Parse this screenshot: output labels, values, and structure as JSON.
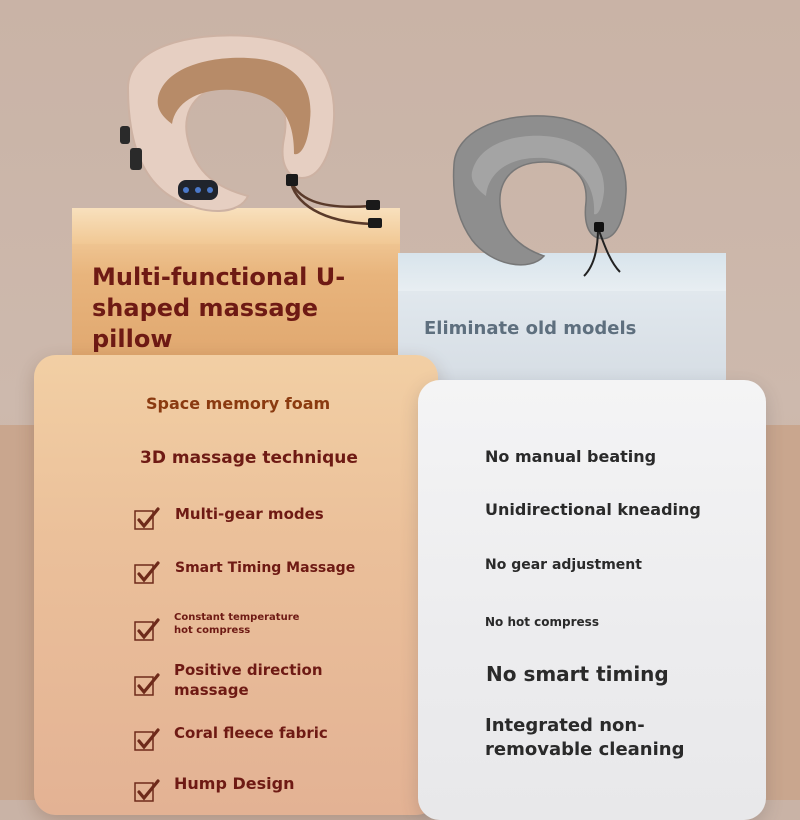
{
  "product": {
    "title": "Multi-functional U-shaped massage pillow",
    "comparison_label": "Eliminate old models"
  },
  "features": [
    {
      "label": "Space memory foam",
      "checked": false
    },
    {
      "label": "3D massage technique",
      "checked": false
    },
    {
      "label": "Multi-gear modes",
      "checked": true
    },
    {
      "label": "Smart Timing Massage",
      "checked": true
    },
    {
      "label": "Constant temperature hot compress",
      "checked": true
    },
    {
      "label": "Positive direction massage",
      "checked": true
    },
    {
      "label": "Coral fleece fabric",
      "checked": true
    },
    {
      "label": "Hump Design",
      "checked": true
    }
  ],
  "old_model_drawbacks": [
    "No manual beating",
    "Unidirectional kneading",
    "No gear adjustment",
    "No hot compress",
    "No smart timing",
    "Integrated non-removable cleaning"
  ],
  "colors": {
    "feature_text": "#6e1a14",
    "drawback_text": "#2a2a2a",
    "subtitle_text": "#5e6f7e",
    "left_card": "#ebc09a",
    "right_card": "#ececee"
  }
}
